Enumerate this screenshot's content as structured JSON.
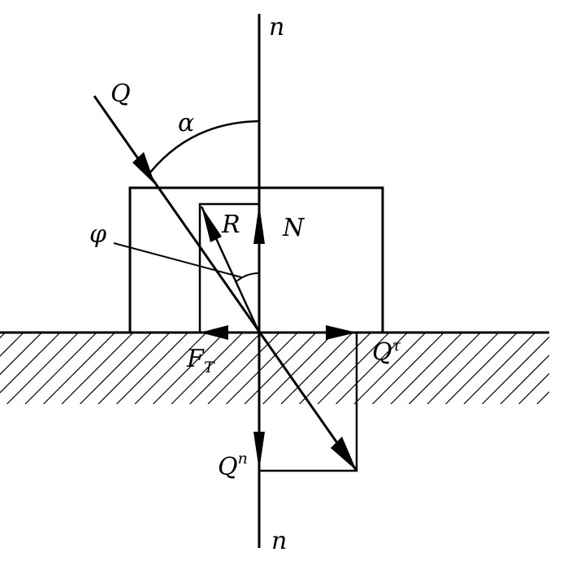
{
  "labels": {
    "normal_top": "n",
    "normal_bottom": "n",
    "force_q": "Q",
    "angle_alpha": "α",
    "angle_phi": "φ",
    "reaction_r": "R",
    "normal_force_n": "N",
    "friction_f": "F",
    "friction_sub": "T",
    "tangential_q": "Q",
    "tangential_sup": "τ",
    "normal_q": "Q",
    "normal_sup": "n"
  },
  "colors": {
    "stroke": "#000000",
    "background": "#ffffff"
  }
}
